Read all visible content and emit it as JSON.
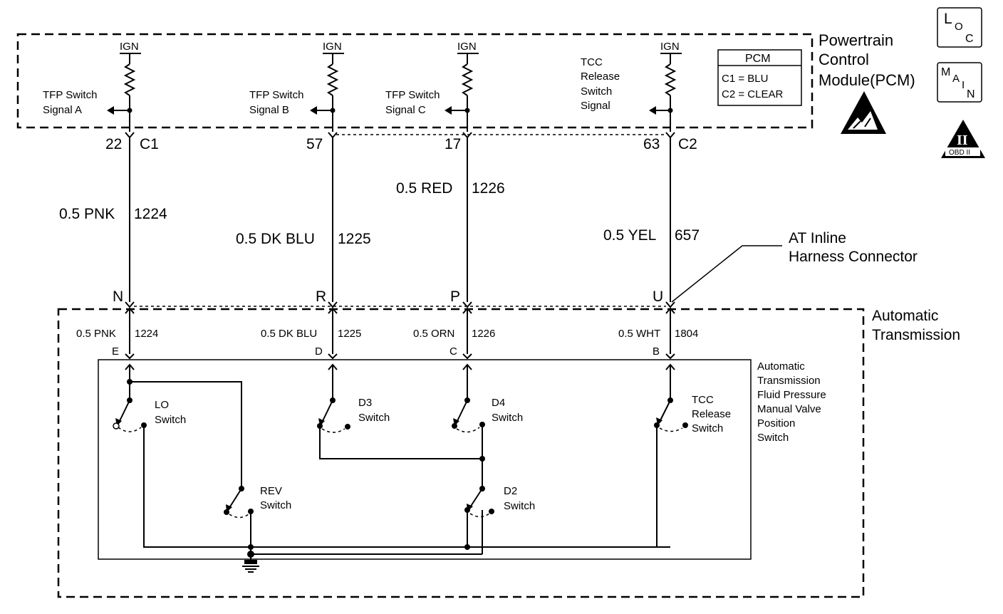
{
  "pcm": {
    "title_lines": [
      "Powertrain",
      "Control",
      "Module(PCM)"
    ],
    "connector_table": {
      "header": "PCM",
      "rows": [
        "C1 = BLU",
        "C2 = CLEAR"
      ]
    },
    "ign_label": "IGN",
    "signals": [
      {
        "lines": [
          "TFP Switch",
          "Signal A"
        ]
      },
      {
        "lines": [
          "TFP Switch",
          "Signal B"
        ]
      },
      {
        "lines": [
          "TFP Switch",
          "Signal C"
        ]
      },
      {
        "lines": [
          "TCC",
          "Release",
          "Switch",
          "Signal"
        ]
      }
    ],
    "connector_c1": "C1",
    "connector_c2": "C2",
    "pins": [
      "22",
      "57",
      "17",
      "63"
    ]
  },
  "badges": {
    "loc": {
      "big": "L",
      "o": "O",
      "c": "C"
    },
    "main": {
      "m": "M",
      "a": "A",
      "i": "I",
      "n": "N"
    },
    "obd": {
      "numeral": "II",
      "label": "OBD II"
    }
  },
  "harness": {
    "wires": [
      {
        "color": "0.5 PNK",
        "circuit": "1224"
      },
      {
        "color": "0.5 DK BLU",
        "circuit": "1225"
      },
      {
        "color": "0.5 RED",
        "circuit": "1226"
      },
      {
        "color": "0.5 YEL",
        "circuit": "657"
      }
    ],
    "inline_pins": [
      "N",
      "R",
      "P",
      "U"
    ],
    "connector_label": [
      "AT Inline",
      "Harness Connector"
    ]
  },
  "transmission": {
    "title_lines": [
      "Automatic",
      "Transmission"
    ],
    "wires": [
      {
        "color": "0.5 PNK",
        "circuit": "1224"
      },
      {
        "color": "0.5 DK BLU",
        "circuit": "1225"
      },
      {
        "color": "0.5 ORN",
        "circuit": "1226"
      },
      {
        "color": "0.5 WHT",
        "circuit": "1804"
      }
    ],
    "pins": [
      "E",
      "D",
      "C",
      "B"
    ],
    "assembly_label": [
      "Automatic",
      "Transmission",
      "Fluid Pressure",
      "Manual Valve",
      "Position",
      "Switch"
    ],
    "switches": {
      "lo": [
        "LO",
        "Switch"
      ],
      "d3": [
        "D3",
        "Switch"
      ],
      "d4": [
        "D4",
        "Switch"
      ],
      "tcc": [
        "TCC",
        "Release",
        "Switch"
      ],
      "rev": [
        "REV",
        "Switch"
      ],
      "d2": [
        "D2",
        "Switch"
      ]
    }
  }
}
